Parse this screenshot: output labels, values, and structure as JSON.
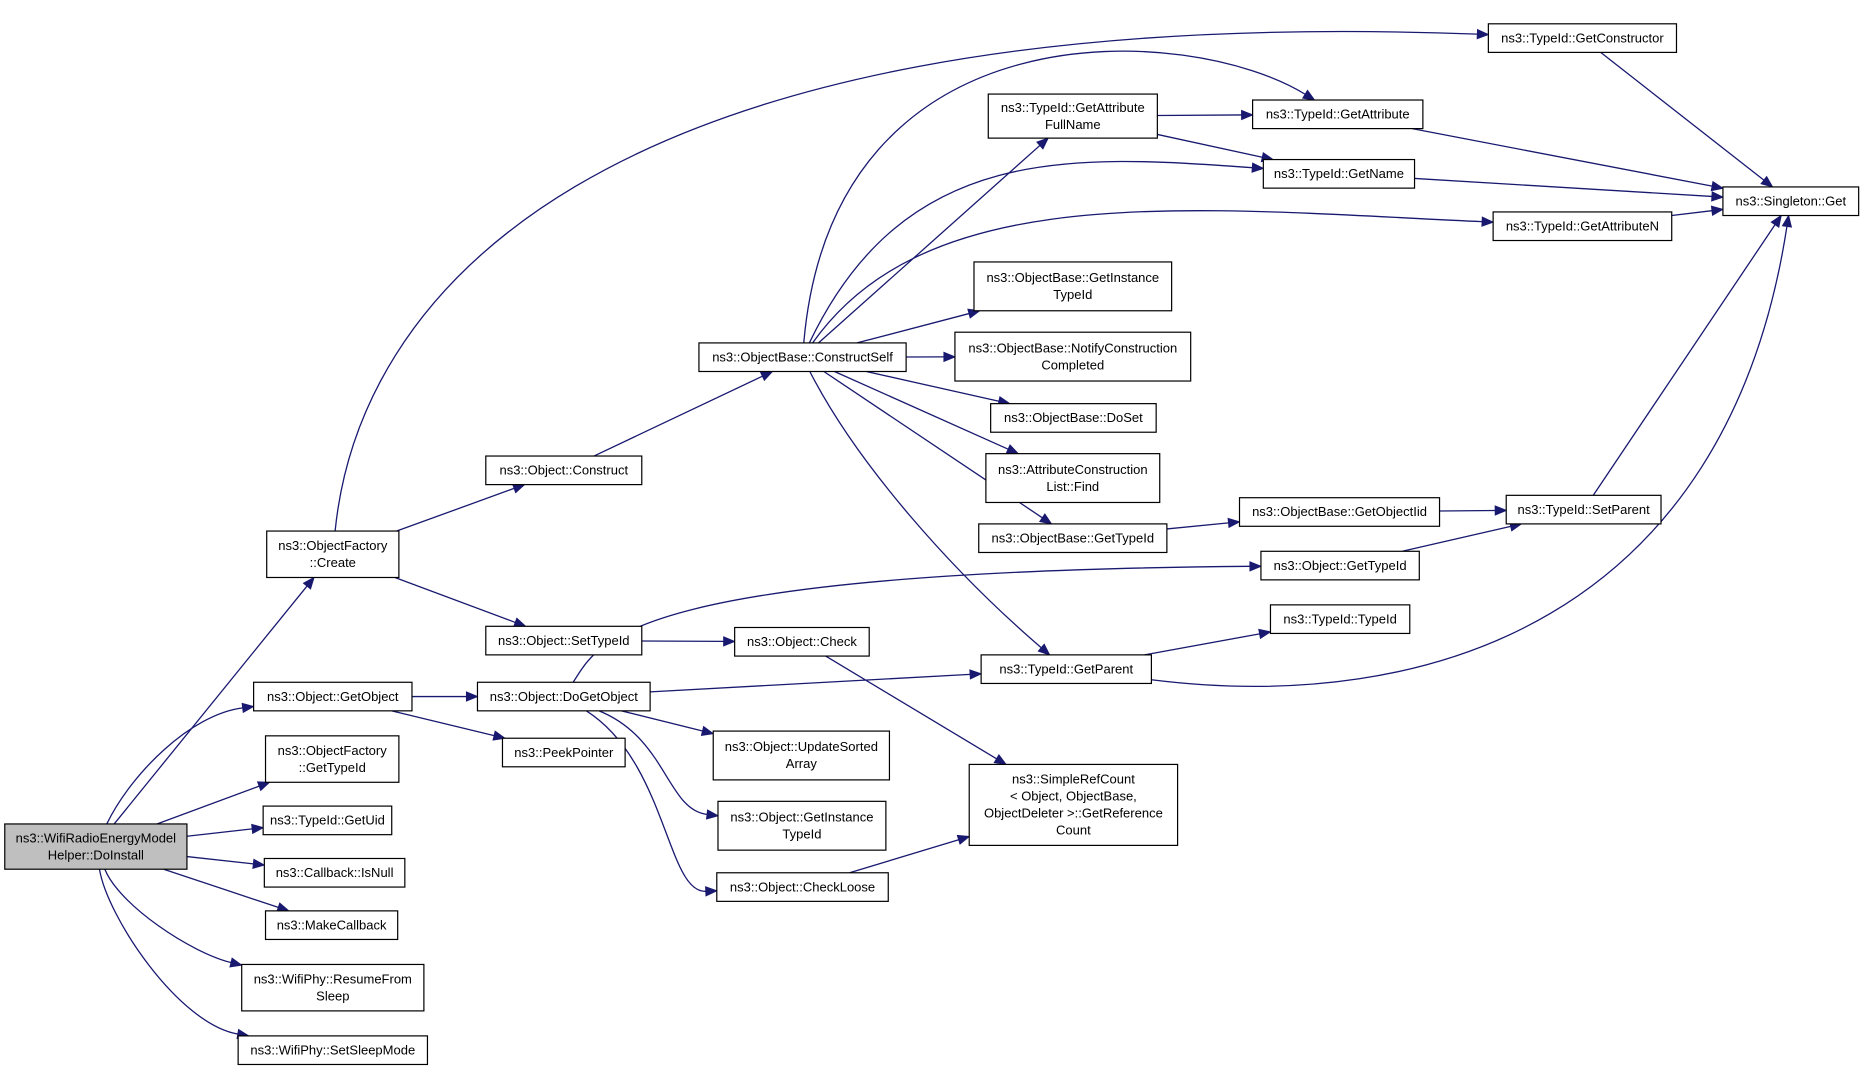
{
  "graph": {
    "title": "",
    "colors": {
      "edge": "#191970",
      "node_border": "#000000",
      "root_fill": "#bfbfbf",
      "node_fill": "#ffffff"
    },
    "nodes": [
      {
        "id": "n_doinstall",
        "lines": [
          "ns3::WifiRadioEnergyModel",
          "Helper::DoInstall"
        ],
        "root": true
      },
      {
        "id": "n_of_create",
        "lines": [
          "ns3::ObjectFactory",
          "::Create"
        ]
      },
      {
        "id": "n_obj_getobject",
        "lines": [
          "ns3::Object::GetObject"
        ]
      },
      {
        "id": "n_of_gettypeid",
        "lines": [
          "ns3::ObjectFactory",
          "::GetTypeId"
        ]
      },
      {
        "id": "n_tid_getuid",
        "lines": [
          "ns3::TypeId::GetUid"
        ]
      },
      {
        "id": "n_cb_isnull",
        "lines": [
          "ns3::Callback::IsNull"
        ]
      },
      {
        "id": "n_makecallback",
        "lines": [
          "ns3::MakeCallback"
        ]
      },
      {
        "id": "n_wp_resume",
        "lines": [
          "ns3::WifiPhy::ResumeFrom",
          "Sleep"
        ]
      },
      {
        "id": "n_wp_setsleep",
        "lines": [
          "ns3::WifiPhy::SetSleepMode"
        ]
      },
      {
        "id": "n_obj_construct",
        "lines": [
          "ns3::Object::Construct"
        ]
      },
      {
        "id": "n_obj_settypeid",
        "lines": [
          "ns3::Object::SetTypeId"
        ]
      },
      {
        "id": "n_obj_dogetobject",
        "lines": [
          "ns3::Object::DoGetObject"
        ]
      },
      {
        "id": "n_peekpointer",
        "lines": [
          "ns3::PeekPointer"
        ]
      },
      {
        "id": "n_ob_constructself",
        "lines": [
          "ns3::ObjectBase::ConstructSelf"
        ]
      },
      {
        "id": "n_obj_check",
        "lines": [
          "ns3::Object::Check"
        ]
      },
      {
        "id": "n_obj_updatesorted",
        "lines": [
          "ns3::Object::UpdateSorted",
          "Array"
        ]
      },
      {
        "id": "n_obj_getinstance",
        "lines": [
          "ns3::Object::GetInstance",
          "TypeId"
        ]
      },
      {
        "id": "n_obj_checkloose",
        "lines": [
          "ns3::Object::CheckLoose"
        ]
      },
      {
        "id": "n_tid_getattrfullname",
        "lines": [
          "ns3::TypeId::GetAttribute",
          "FullName"
        ]
      },
      {
        "id": "n_ob_getinstance",
        "lines": [
          "ns3::ObjectBase::GetInstance",
          "TypeId"
        ]
      },
      {
        "id": "n_ob_notify",
        "lines": [
          "ns3::ObjectBase::NotifyConstruction",
          "Completed"
        ]
      },
      {
        "id": "n_ob_doset",
        "lines": [
          "ns3::ObjectBase::DoSet"
        ]
      },
      {
        "id": "n_acl_find",
        "lines": [
          "ns3::AttributeConstruction",
          "List::Find"
        ]
      },
      {
        "id": "n_ob_gettypeid",
        "lines": [
          "ns3::ObjectBase::GetTypeId"
        ]
      },
      {
        "id": "n_tid_getparent",
        "lines": [
          "ns3::TypeId::GetParent"
        ]
      },
      {
        "id": "n_simplerefcount",
        "lines": [
          "ns3::SimpleRefCount",
          "< Object, ObjectBase,",
          " ObjectDeleter >::GetReference",
          "Count"
        ]
      },
      {
        "id": "n_tid_getconstructor",
        "lines": [
          "ns3::TypeId::GetConstructor"
        ]
      },
      {
        "id": "n_tid_getattribute",
        "lines": [
          "ns3::TypeId::GetAttribute"
        ]
      },
      {
        "id": "n_tid_getname",
        "lines": [
          "ns3::TypeId::GetName"
        ]
      },
      {
        "id": "n_tid_getattributen",
        "lines": [
          "ns3::TypeId::GetAttributeN"
        ]
      },
      {
        "id": "n_ob_getobjectiid",
        "lines": [
          "ns3::ObjectBase::GetObjectIid"
        ]
      },
      {
        "id": "n_obj_gettypeid",
        "lines": [
          "ns3::Object::GetTypeId"
        ]
      },
      {
        "id": "n_tid_typeid",
        "lines": [
          "ns3::TypeId::TypeId"
        ]
      },
      {
        "id": "n_tid_setparent",
        "lines": [
          "ns3::TypeId::SetParent"
        ]
      },
      {
        "id": "n_singleton_get",
        "lines": [
          "ns3::Singleton::Get"
        ]
      }
    ],
    "edges": [
      [
        "n_doinstall",
        "n_of_create"
      ],
      [
        "n_doinstall",
        "n_obj_getobject"
      ],
      [
        "n_doinstall",
        "n_of_gettypeid"
      ],
      [
        "n_doinstall",
        "n_tid_getuid"
      ],
      [
        "n_doinstall",
        "n_cb_isnull"
      ],
      [
        "n_doinstall",
        "n_makecallback"
      ],
      [
        "n_doinstall",
        "n_wp_resume"
      ],
      [
        "n_doinstall",
        "n_wp_setsleep"
      ],
      [
        "n_of_create",
        "n_tid_getconstructor"
      ],
      [
        "n_of_create",
        "n_obj_construct"
      ],
      [
        "n_of_create",
        "n_obj_settypeid"
      ],
      [
        "n_obj_construct",
        "n_ob_constructself"
      ],
      [
        "n_obj_settypeid",
        "n_obj_check"
      ],
      [
        "n_obj_getobject",
        "n_obj_dogetobject"
      ],
      [
        "n_obj_getobject",
        "n_peekpointer"
      ],
      [
        "n_obj_dogetobject",
        "n_obj_gettypeid"
      ],
      [
        "n_obj_dogetobject",
        "n_tid_getparent"
      ],
      [
        "n_obj_dogetobject",
        "n_obj_updatesorted"
      ],
      [
        "n_obj_dogetobject",
        "n_obj_getinstance"
      ],
      [
        "n_obj_dogetobject",
        "n_obj_checkloose"
      ],
      [
        "n_ob_constructself",
        "n_tid_getattrfullname"
      ],
      [
        "n_ob_constructself",
        "n_tid_getattribute"
      ],
      [
        "n_ob_constructself",
        "n_tid_getname"
      ],
      [
        "n_ob_constructself",
        "n_tid_getattributen"
      ],
      [
        "n_ob_constructself",
        "n_ob_getinstance"
      ],
      [
        "n_ob_constructself",
        "n_ob_notify"
      ],
      [
        "n_ob_constructself",
        "n_ob_doset"
      ],
      [
        "n_ob_constructself",
        "n_acl_find"
      ],
      [
        "n_ob_constructself",
        "n_ob_gettypeid"
      ],
      [
        "n_ob_constructself",
        "n_tid_getparent"
      ],
      [
        "n_obj_check",
        "n_simplerefcount"
      ],
      [
        "n_obj_checkloose",
        "n_simplerefcount"
      ],
      [
        "n_tid_getattrfullname",
        "n_tid_getattribute"
      ],
      [
        "n_tid_getattrfullname",
        "n_tid_getname"
      ],
      [
        "n_ob_gettypeid",
        "n_ob_getobjectiid"
      ],
      [
        "n_ob_getobjectiid",
        "n_tid_setparent"
      ],
      [
        "n_obj_gettypeid",
        "n_tid_setparent"
      ],
      [
        "n_tid_getparent",
        "n_tid_typeid"
      ],
      [
        "n_tid_getparent",
        "n_singleton_get"
      ],
      [
        "n_tid_getconstructor",
        "n_singleton_get"
      ],
      [
        "n_tid_getattribute",
        "n_singleton_get"
      ],
      [
        "n_tid_getname",
        "n_singleton_get"
      ],
      [
        "n_tid_getattributen",
        "n_singleton_get"
      ],
      [
        "n_tid_setparent",
        "n_singleton_get"
      ]
    ]
  }
}
